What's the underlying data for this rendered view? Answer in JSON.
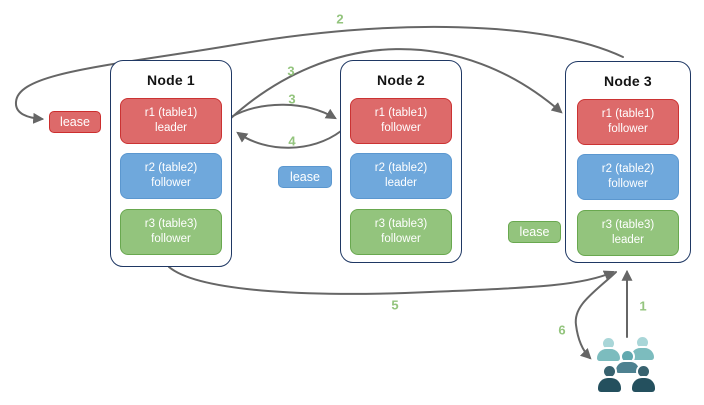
{
  "nodes": [
    {
      "title": "Node 1",
      "replicas": [
        {
          "name": "r1 (table1)",
          "role": "leader",
          "color": "red"
        },
        {
          "name": "r2 (table2)",
          "role": "follower",
          "color": "blue"
        },
        {
          "name": "r3 (table3)",
          "role": "follower",
          "color": "green"
        }
      ]
    },
    {
      "title": "Node 2",
      "replicas": [
        {
          "name": "r1 (table1)",
          "role": "follower",
          "color": "red"
        },
        {
          "name": "r2 (table2)",
          "role": "leader",
          "color": "blue"
        },
        {
          "name": "r3 (table3)",
          "role": "follower",
          "color": "green"
        }
      ]
    },
    {
      "title": "Node 3",
      "replicas": [
        {
          "name": "r1 (table1)",
          "role": "follower",
          "color": "red"
        },
        {
          "name": "r2 (table2)",
          "role": "follower",
          "color": "blue"
        },
        {
          "name": "r3 (table3)",
          "role": "leader",
          "color": "green"
        }
      ]
    }
  ],
  "leases": {
    "red": {
      "label": "lease"
    },
    "blue": {
      "label": "lease"
    },
    "green": {
      "label": "lease"
    }
  },
  "steps": {
    "s1": "1",
    "s2": "2",
    "s3a": "3",
    "s3b": "3",
    "s4": "4",
    "s5": "5",
    "s6": "6"
  },
  "icons": {
    "clients": "users-group-icon"
  },
  "colors": {
    "red_fill": "#dd6a6a",
    "red_border": "#cb3333",
    "blue_fill": "#6fa8dc",
    "blue_border": "#5b97cf",
    "green_fill": "#93c47d",
    "green_border": "#69a84f",
    "node_border": "#1f3864",
    "arrow": "#666666",
    "step_label": "#93c47d",
    "users_light_head": "#a9d6d8",
    "users_light_body": "#7cbcbe",
    "users_mid_head": "#62a9af",
    "users_mid_body": "#4e8190",
    "users_dark_head": "#38626f",
    "users_dark_body": "#24505e"
  }
}
